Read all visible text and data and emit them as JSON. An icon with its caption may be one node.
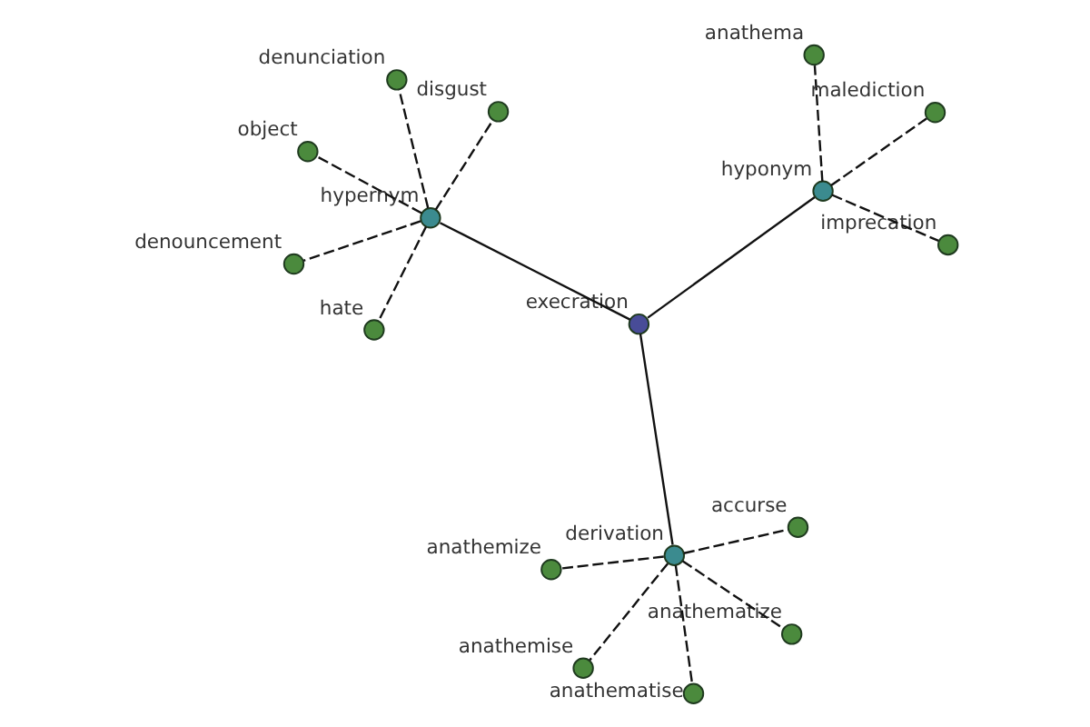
{
  "diagram": {
    "nodes": [
      {
        "text": [
          "execration"
        ]
      },
      {
        "text": [
          "hypernym"
        ]
      },
      {
        "text": [
          "hate"
        ]
      },
      {
        "text": [
          "denunciation"
        ]
      },
      {
        "text": [
          "disgust"
        ]
      },
      {
        "text": [
          "object"
        ]
      },
      {
        "text": [
          "denouncement"
        ]
      },
      {
        "text": [
          "derivation"
        ]
      },
      {
        "text": [
          "anathemise"
        ]
      },
      {
        "text": [
          "anathematize"
        ]
      },
      {
        "text": [
          "anathematise"
        ]
      },
      {
        "text": [
          "anathemize"
        ]
      },
      {
        "text": [
          "accurse"
        ]
      },
      {
        "text": [
          "hyponym"
        ]
      },
      {
        "text": [
          "anathema"
        ]
      },
      {
        "text": [
          "imprecation"
        ]
      },
      {
        "text": [
          "malediction"
        ]
      }
    ],
    "edges": [
      {
        "from": 0,
        "to": 1,
        "arrow": "none"
      },
      {
        "from": 1,
        "to": 2,
        "arrow": "none",
        "style": "dashed"
      },
      {
        "from": 1,
        "to": 3,
        "arrow": "none",
        "style": "dashed"
      },
      {
        "from": 1,
        "to": 4,
        "arrow": "none",
        "style": "dashed"
      },
      {
        "from": 1,
        "to": 5,
        "arrow": "none",
        "style": "dashed"
      },
      {
        "from": 1,
        "to": 6,
        "arrow": "none",
        "style": "dashed"
      },
      {
        "from": 0,
        "to": 7,
        "arrow": "none"
      },
      {
        "from": 7,
        "to": 8,
        "arrow": "none",
        "style": "dashed"
      },
      {
        "from": 7,
        "to": 9,
        "arrow": "none",
        "style": "dashed"
      },
      {
        "from": 7,
        "to": 10,
        "arrow": "none",
        "style": "dashed"
      },
      {
        "from": 7,
        "to": 11,
        "arrow": "none",
        "style": "dashed"
      },
      {
        "from": 7,
        "to": 12,
        "arrow": "none",
        "style": "dashed"
      },
      {
        "from": 0,
        "to": 13,
        "arrow": "none"
      },
      {
        "from": 13,
        "to": 14,
        "arrow": "none",
        "style": "dashed"
      },
      {
        "from": 13,
        "to": 15,
        "arrow": "none",
        "style": "dashed"
      },
      {
        "from": 13,
        "to": 16,
        "arrow": "none",
        "style": "dashed"
      }
    ]
  }
}
